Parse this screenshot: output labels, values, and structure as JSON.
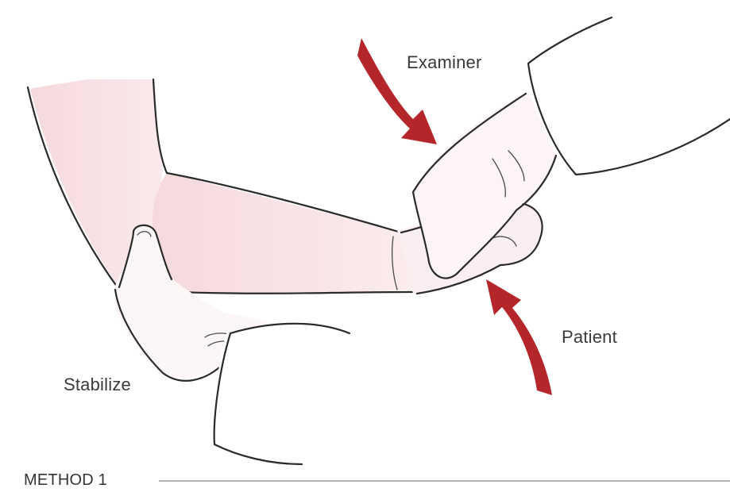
{
  "labels": {
    "examiner": "Examiner",
    "patient": "Patient",
    "stabilize": "Stabilize",
    "method": "METHOD 1"
  },
  "colors": {
    "arrow": "#b5262a",
    "skin": "#f7e4e6",
    "line": "#2b2b2b",
    "rule": "#b0b0b0"
  }
}
